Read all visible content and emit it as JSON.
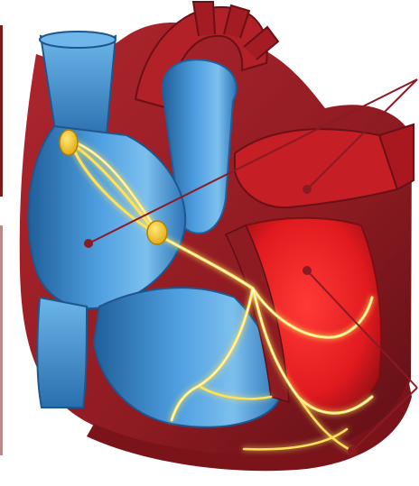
{
  "diagram": {
    "subject": "heart-conduction-system",
    "colors": {
      "background": "#ffffff",
      "myocardium": "#8e1b22",
      "myocardium_dark": "#5e0f15",
      "myocardium_light": "#c0323a",
      "chamber_red": "#e11a1f",
      "vessel_blue": "#3d8fd3",
      "vessel_blue_light": "#7cc0ee",
      "vessel_blue_dark": "#1f5f9a",
      "conduction_glow": "#ffe15a",
      "conduction_core": "#fffbe0",
      "node_fill": "#f2c21a",
      "leader_line": "#8c1a23",
      "frame_edge": "#7a1a1a"
    },
    "elements": [
      {
        "name": "superior-vena-cava",
        "kind": "vessel"
      },
      {
        "name": "right-atrium",
        "kind": "chamber"
      },
      {
        "name": "inferior-vena-cava",
        "kind": "vessel"
      },
      {
        "name": "aorta",
        "kind": "vessel"
      },
      {
        "name": "pulmonary-artery",
        "kind": "vessel"
      },
      {
        "name": "left-atrium",
        "kind": "chamber"
      },
      {
        "name": "right-ventricle",
        "kind": "chamber"
      },
      {
        "name": "left-ventricle",
        "kind": "chamber"
      },
      {
        "name": "sa-node",
        "kind": "node"
      },
      {
        "name": "av-node",
        "kind": "node"
      },
      {
        "name": "bundle-branches",
        "kind": "conduction"
      },
      {
        "name": "purkinje-fibers",
        "kind": "conduction"
      }
    ],
    "callout_lines": 4,
    "labels": []
  }
}
